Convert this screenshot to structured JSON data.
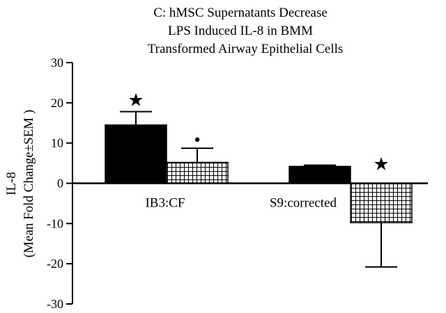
{
  "chart_data": {
    "type": "bar",
    "title": [
      "C: hMSC Supernatants Decrease",
      "LPS Induced IL-8  in BMM",
      "Transformed Airway Epithelial Cells"
    ],
    "ylabel": "IL-8",
    "ylabel2": "(Mean Fold Change±SEM )",
    "xlabel": "",
    "ylim": [
      -30,
      30
    ],
    "yticks": [
      -30,
      -20,
      -10,
      0,
      10,
      20,
      30
    ],
    "categories": [
      "IB3:CF",
      "S9:corrected"
    ],
    "series": [
      {
        "style": "solid-black",
        "values": [
          14.5,
          4.2
        ],
        "errors": [
          3.3,
          0.3
        ]
      },
      {
        "style": "crosshatch",
        "values": [
          5.2,
          -9.8
        ],
        "errors": [
          3.5,
          11.0
        ]
      }
    ],
    "annotations": [
      {
        "category": 0,
        "series": 0,
        "symbol": "★"
      },
      {
        "category": 0,
        "series": 1,
        "symbol": "●"
      },
      {
        "category": 1,
        "series": 1,
        "symbol": "★"
      }
    ],
    "legend": "none",
    "grid": false
  }
}
